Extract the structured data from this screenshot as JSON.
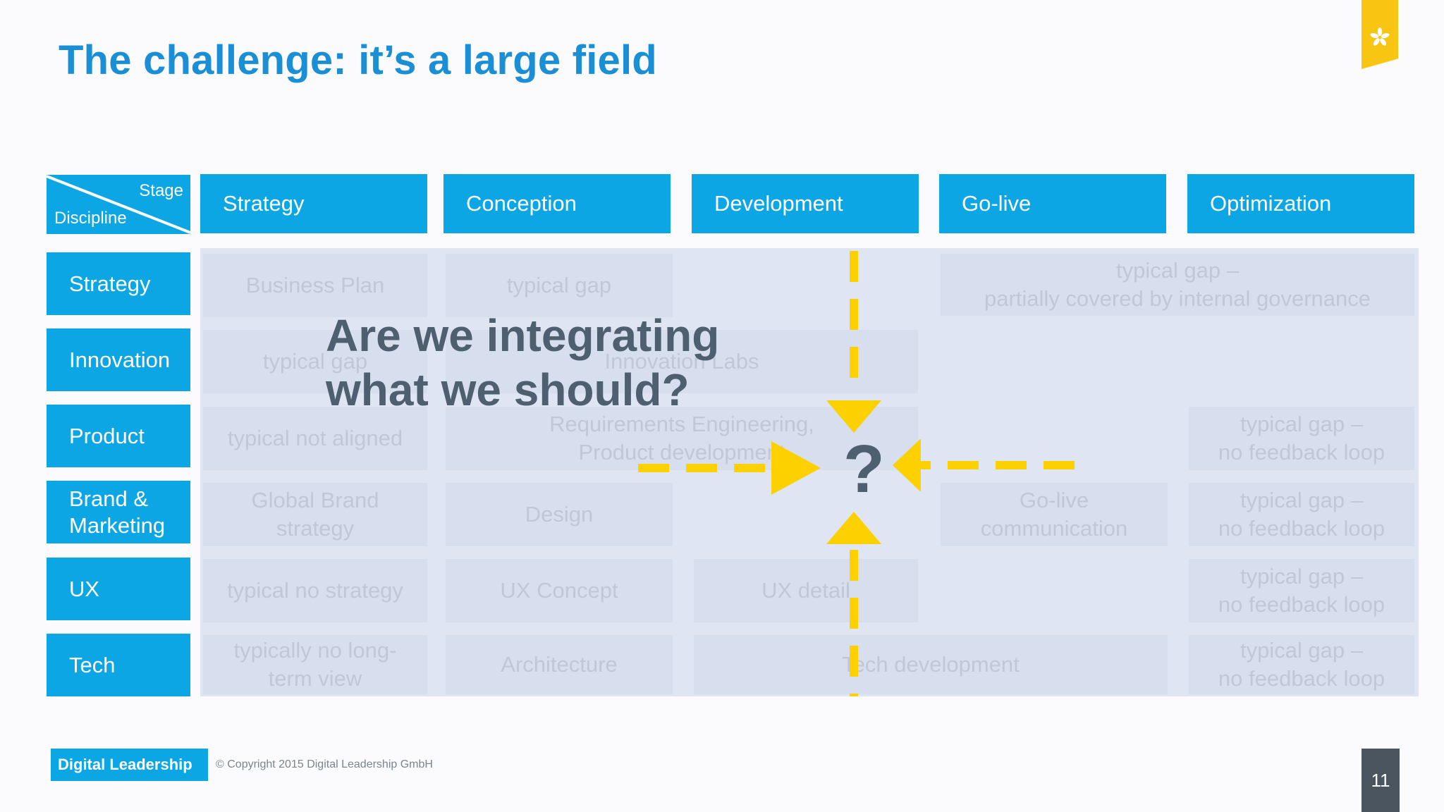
{
  "title": "The challenge: it’s a large field",
  "corner": {
    "stage": "Stage",
    "discipline": "Discipline"
  },
  "stages": [
    "Strategy",
    "Conception",
    "Development",
    "Go-live",
    "Optimization"
  ],
  "disciplines": [
    "Strategy",
    "Innovation",
    "Product",
    "Brand &\nMarketing",
    "UX",
    "Tech"
  ],
  "cells": {
    "strategy_strategy": "Business Plan",
    "strategy_conception": "typical gap",
    "strategy_golive_optimization": "typical gap –\npartially covered by internal governance",
    "innovation_strategy": "typical gap",
    "innovation_conception_development": "Innovation Labs",
    "product_strategy": "typical not aligned",
    "product_conception_development": "Requirements Engineering,\nProduct development",
    "product_optimization": "typical gap –\nno feedback loop",
    "brand_strategy": "Global Brand\nstrategy",
    "brand_conception": "Design",
    "brand_golive": "Go-live\ncommunication",
    "brand_optimization": "typical gap –\nno feedback loop",
    "ux_strategy": "typical no strategy",
    "ux_conception": "UX Concept",
    "ux_development": "UX detail",
    "ux_optimization": "typical gap –\nno feedback loop",
    "tech_strategy": "typically no long-\nterm view",
    "tech_conception": "Architecture",
    "tech_development_golive": "Tech development",
    "tech_optimization": "typical gap –\nno feedback loop"
  },
  "question": "Are we integrating\nwhat we should?",
  "question_mark": "?",
  "footer": {
    "brand": "Digital Leadership",
    "copyright": "© Copyright 2015 Digital Leadership GmbH",
    "page": "11"
  },
  "colors": {
    "accent_blue": "#0da6e4",
    "title_blue": "#1a8fd6",
    "arrow_yellow": "#fdd000",
    "dark_text": "#4e5f70",
    "logo_yellow": "#f9c513"
  },
  "icons": {
    "logo": "asterisk-flower-icon"
  }
}
